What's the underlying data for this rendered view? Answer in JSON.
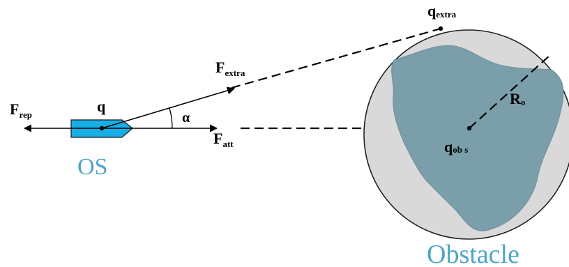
{
  "colors": {
    "ship_fill": "#17AEE6",
    "ship_stroke": "#1a1a1a",
    "obstacle_fill": "#7A9FAB",
    "obstacle_stroke": "#6f8f99",
    "circle_fill": "#D9D9D9",
    "circle_stroke": "#222222",
    "caption": "#4FA5C6",
    "line": "#000000"
  },
  "labels": {
    "f_rep": {
      "main": "F",
      "sub": "rep"
    },
    "q": "q",
    "alpha": "α",
    "f_att": {
      "main": "F",
      "sub": "att"
    },
    "f_extra": {
      "main": "F",
      "sub": "extra"
    },
    "q_extra": {
      "main": "q",
      "sub": "extra"
    },
    "r_o": {
      "main": "R",
      "sub": "o"
    },
    "q_obs": {
      "main": "q",
      "sub": "ob s"
    },
    "os": "OS",
    "obstacle": "Obstacle"
  }
}
